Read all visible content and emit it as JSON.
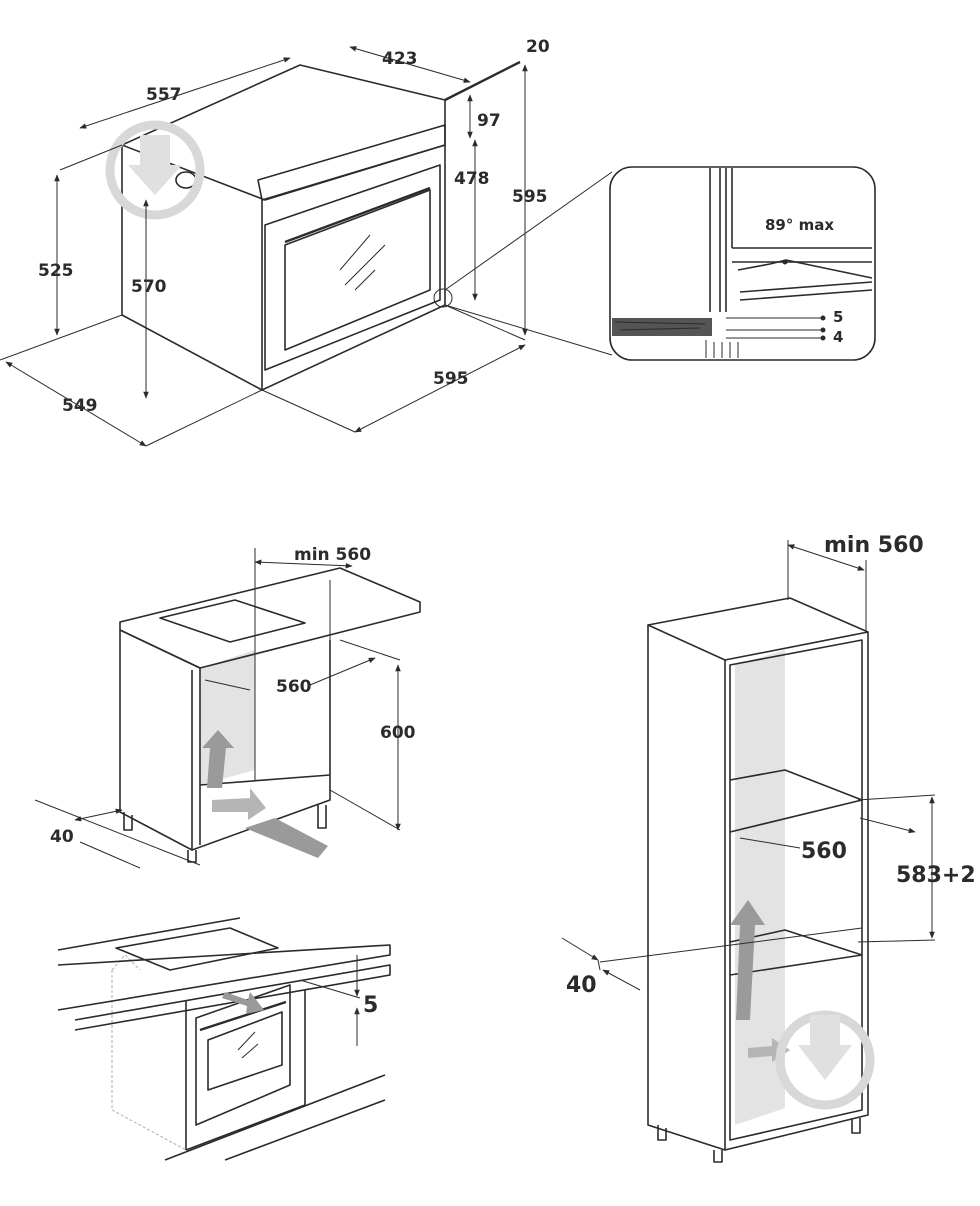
{
  "colors": {
    "line": "#2b2b2b",
    "shade": "#e3e3e3",
    "arrow": "#9a9a9a",
    "watermark": "#d8d8d8",
    "background": "#ffffff"
  },
  "top_view": {
    "dims": {
      "d557": "557",
      "d423": "423",
      "d20": "20",
      "d97": "97",
      "d478": "478",
      "d595h": "595",
      "d525": "525",
      "d570": "570",
      "d549": "549",
      "d595w": "595"
    },
    "detail": {
      "angle": "89° max",
      "g5": "5",
      "g4": "4"
    }
  },
  "under_counter": {
    "dims": {
      "min560": "min 560",
      "d560": "560",
      "d600": "600",
      "d40": "40"
    }
  },
  "counter_gap": {
    "dims": {
      "d5": "5"
    }
  },
  "column": {
    "dims": {
      "min560": "min 560",
      "d560": "560",
      "d583": "583+2",
      "d40": "40"
    }
  }
}
